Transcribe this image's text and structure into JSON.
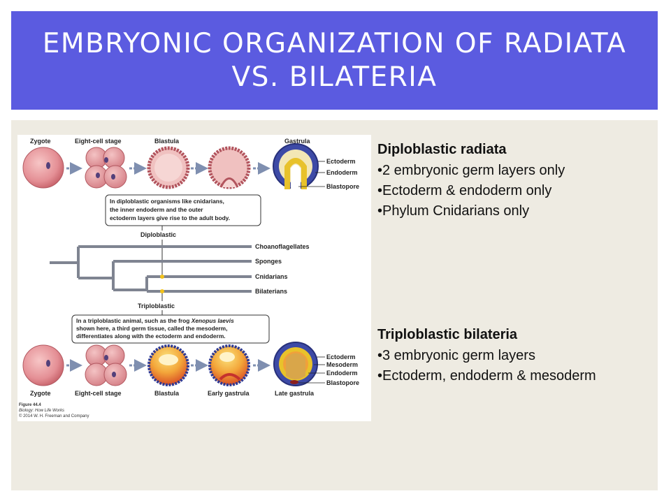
{
  "slide": {
    "title_line1": "EMBRYONIC ORGANIZATION OF RADIATA",
    "title_line2": "VS. BILATERIA",
    "accent_color": "#5b5be0",
    "content_bg": "#eeebe2"
  },
  "figure": {
    "top_row": {
      "stages": [
        "Zygote",
        "Eight-cell stage",
        "Blastula",
        "Gastrula"
      ],
      "layer_labels": [
        "Ectoderm",
        "Endoderm",
        "Blastopore"
      ]
    },
    "callout_diploblastic": [
      "In diploblastic organisms like cnidarians,",
      "the inner endoderm and the outer",
      "ectoderm layers give rise to the adult body."
    ],
    "tree": {
      "diploblastic_label": "Diploblastic",
      "triploblastic_label": "Triploblastic",
      "taxa": [
        "Choanoflagellates",
        "Sponges",
        "Cnidarians",
        "Bilaterians"
      ]
    },
    "callout_triploblastic": {
      "line1_prefix": "In a triploblastic animal, such as the frog ",
      "line1_italic": "Xenopus laevis",
      "line2": "shown here, a third germ tissue, called the mesoderm,",
      "line3": "differentiates along with the ectoderm and endoderm."
    },
    "bottom_row": {
      "stages": [
        "Zygote",
        "Eight-cell stage",
        "Blastula",
        "Early gastrula",
        "Late gastrula"
      ],
      "layer_labels": [
        "Ectoderm",
        "Mesoderm",
        "Endoderm",
        "Blastopore"
      ]
    },
    "credit": {
      "figure_no": "Figure 44.4",
      "book": "Biology: How Life Works",
      "copyright": "© 2014 W. H. Freeman and Company"
    }
  },
  "diploblastic_block": {
    "heading": "Diploblastic radiata",
    "items": [
      "•2 embryonic germ layers only",
      "•Ectoderm & endoderm only",
      "•Phylum Cnidarians only"
    ]
  },
  "triploblastic_block": {
    "heading": "Triploblastic bilateria",
    "items": [
      "•3 embryonic germ layers",
      "•Ectoderm, endoderm & mesoderm"
    ]
  }
}
